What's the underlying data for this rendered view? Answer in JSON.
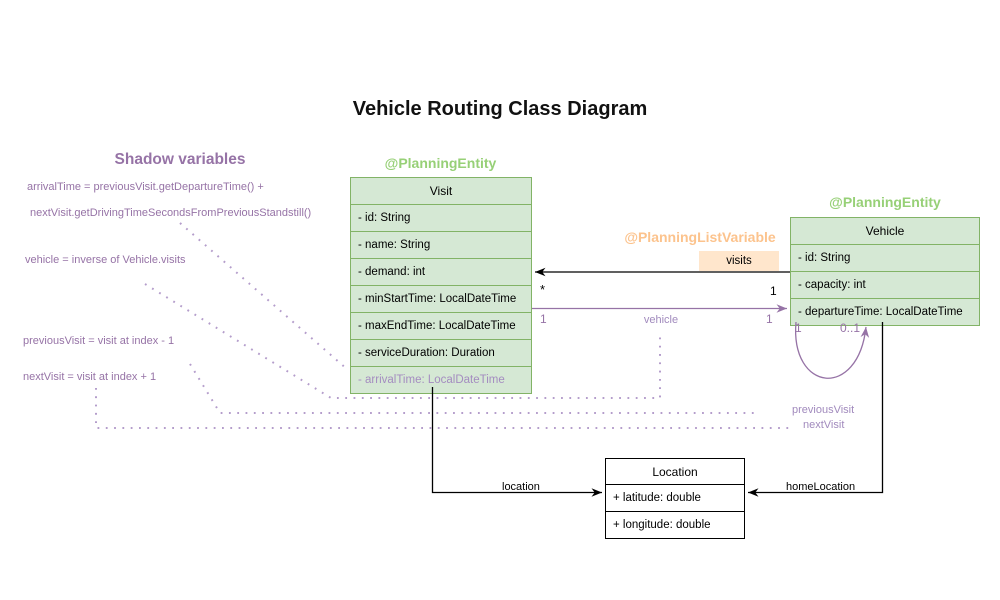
{
  "title": "Vehicle Routing Class Diagram",
  "shadow_panel": {
    "heading": "Shadow variables",
    "lines": [
      "arrivalTime = previousVisit.getDepartureTime() +",
      "nextVisit.getDrivingTimeSecondsFromPreviousStandstill()",
      "vehicle = inverse of Vehicle.visits",
      "previousVisit = visit at index - 1",
      "nextVisit = visit at index + 1"
    ]
  },
  "annotations": {
    "visit_entity": "@PlanningEntity",
    "vehicle_entity": "@PlanningEntity",
    "planning_list_variable": "@PlanningListVariable"
  },
  "classes": {
    "visit": {
      "name": "Visit",
      "attributes": [
        "- id: String",
        "- name: String",
        "- demand: int",
        "- minStartTime: LocalDateTime",
        "- maxEndTime: LocalDateTime",
        "- serviceDuration: Duration",
        "- arrivalTime: LocalDateTime"
      ]
    },
    "vehicle": {
      "name": "Vehicle",
      "attributes": [
        "- id: String",
        "- capacity: int",
        "- departureTime: LocalDateTime"
      ]
    },
    "location": {
      "name": "Location",
      "attributes": [
        "+ latitude: double",
        "+ longitude: double"
      ]
    }
  },
  "relations": {
    "visits": {
      "label": "visits",
      "visit_multiplicity": "*",
      "vehicle_multiplicity": "1"
    },
    "vehicle_ref": {
      "label": "vehicle",
      "visit_multiplicity": "1",
      "vehicle_multiplicity": "1"
    },
    "self_loop": {
      "left_multiplicity": "1",
      "right_multiplicity": "0..1"
    },
    "previous_visit_label": "previousVisit",
    "next_visit_label": "nextVisit",
    "location_label": "location",
    "home_location_label": "homeLocation"
  },
  "colors": {
    "entity_green_text": "#97d077",
    "green_box_fill": "#d5e8d4",
    "green_box_border": "#82b366",
    "list_variable_orange_text": "#fcc38d",
    "visits_chip_bg": "#ffe6cc",
    "purple": "#9673a6",
    "light_purple_dotted": "#b49dcb",
    "black": "#000000"
  }
}
